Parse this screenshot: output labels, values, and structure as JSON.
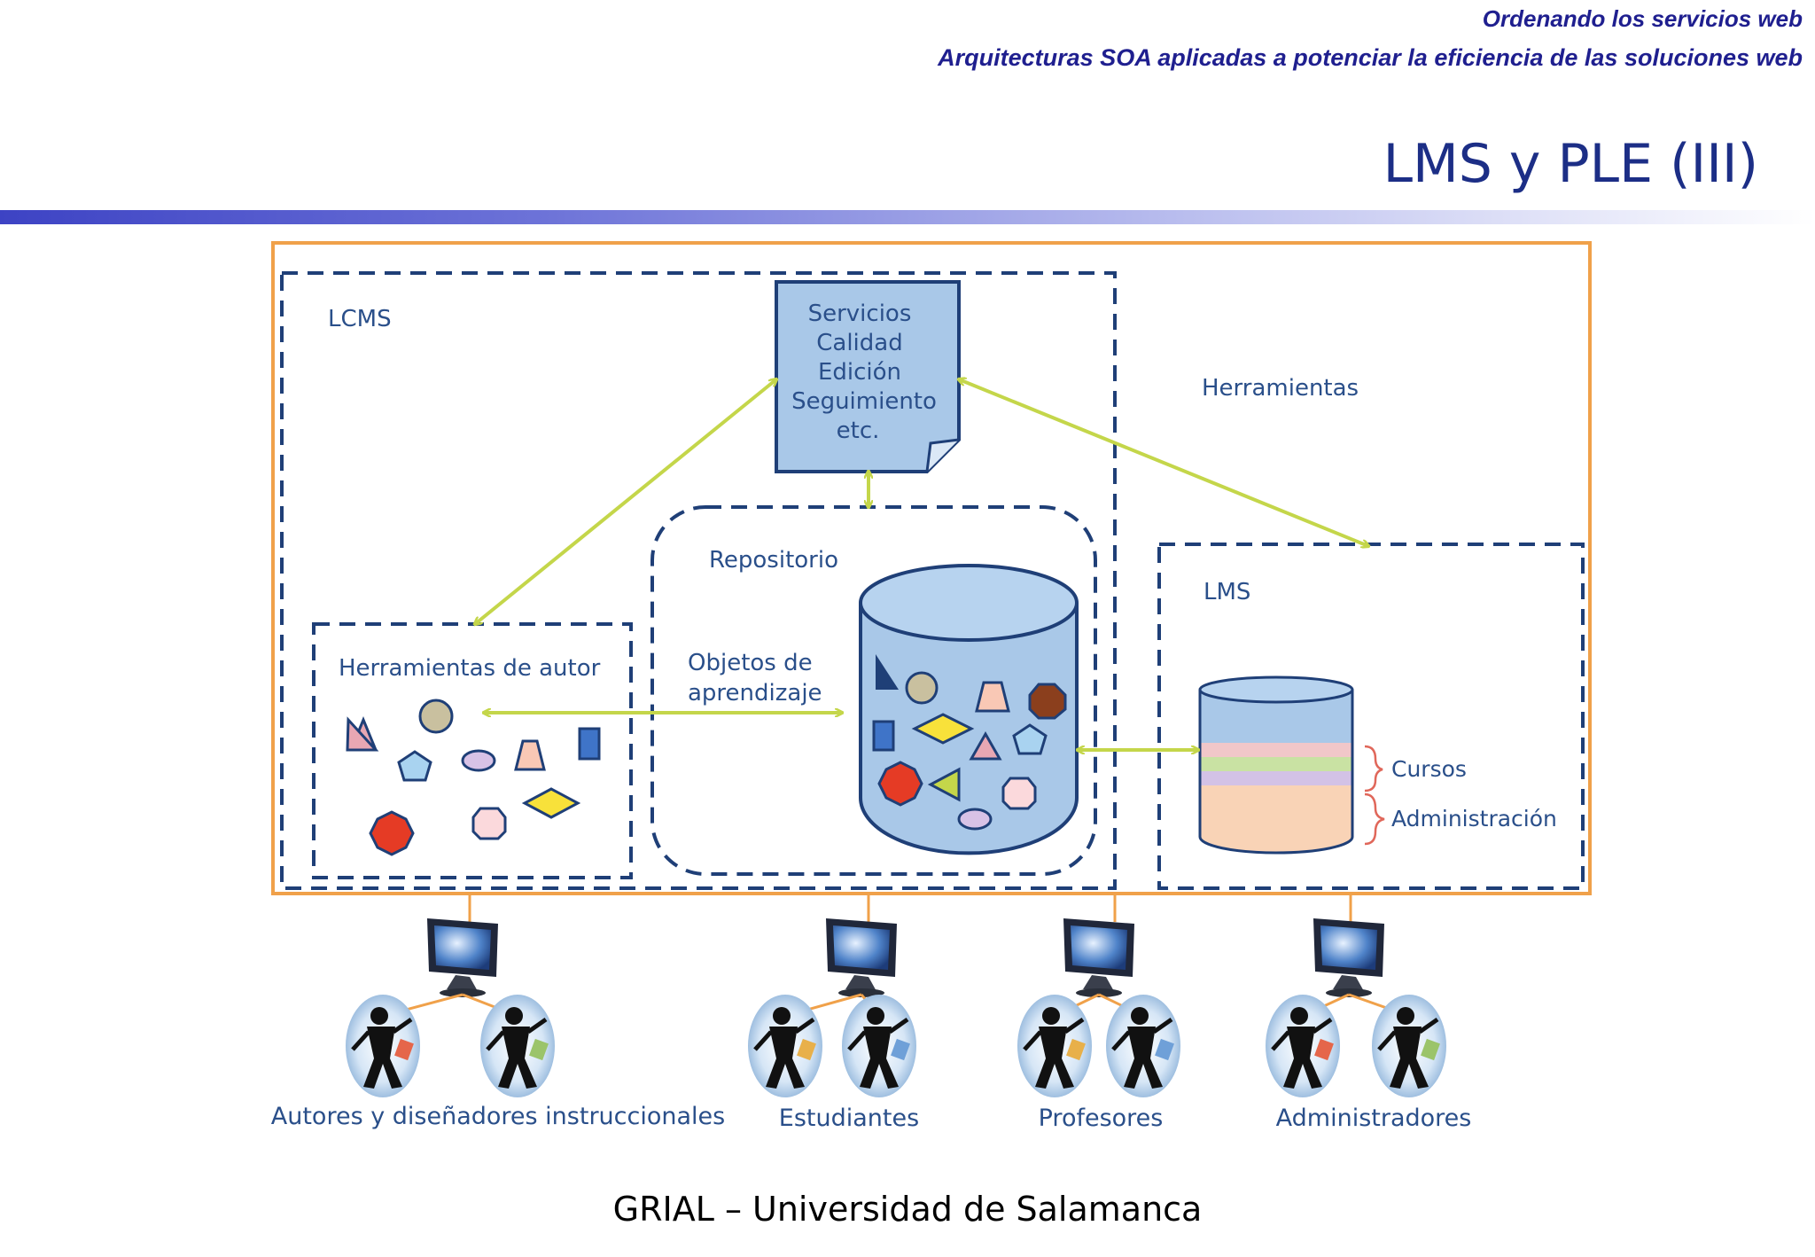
{
  "header": {
    "line1": "Ordenando los servicios web",
    "line2": "Arquitecturas SOA aplicadas a potenciar la eficiencia de las soluciones web"
  },
  "slide_title": "LMS y PLE (III)",
  "diagram": {
    "lcms_label": "LCMS",
    "herramientas_label": "Herramientas",
    "services_box": [
      "Servicios",
      "Calidad",
      "Edición",
      "Seguimiento",
      "etc."
    ],
    "repositorio_label": "Repositorio",
    "objetos_label": [
      "Objetos  de",
      "aprendizaje"
    ],
    "autor_label": "Herramientas de autor",
    "lms_label": "LMS",
    "cursos_label": "Cursos",
    "admin_label": "Administración",
    "users": [
      "Autores y diseñadores instruccionales",
      "Estudiantes",
      "Profesores",
      "Administradores"
    ]
  },
  "colors": {
    "orange_border": "#f0a14a",
    "navy_dashed": "#1f3f77",
    "arrow_green": "#c4d64a",
    "box_fill": "#a9c8e8",
    "label_blue": "#2a4f8a"
  },
  "footer": "GRIAL – Universidad de Salamanca"
}
